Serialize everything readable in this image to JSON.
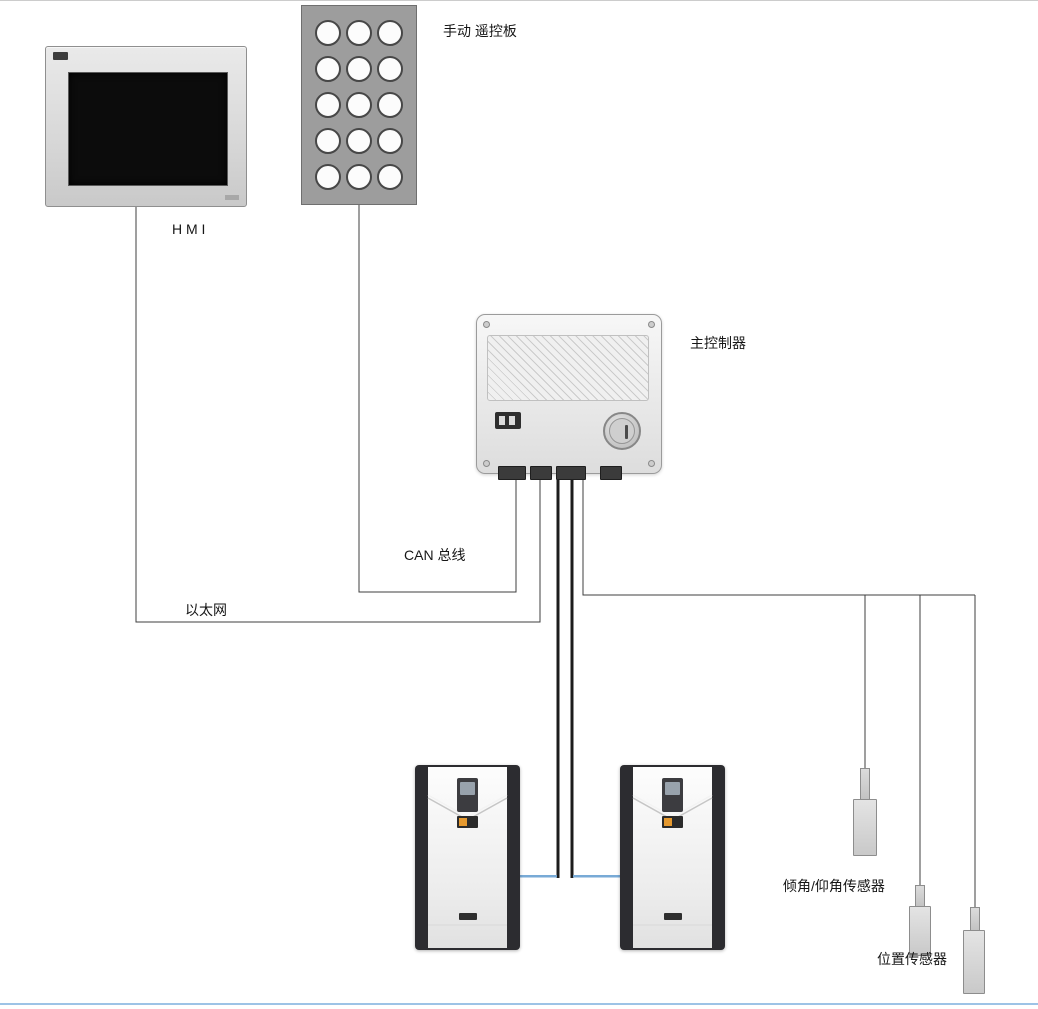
{
  "diagram": {
    "labels": {
      "remote_panel": "手动 遥控板",
      "hmi": "H M I",
      "controller": "主控制器",
      "can_bus": "CAN 总线",
      "ethernet": "以太网",
      "tilt_sensor": "倾角/仰角传感器",
      "position_sensor": "位置传感器"
    },
    "connections": [
      {
        "from": "hmi",
        "to": "controller",
        "bus": "以太网"
      },
      {
        "from": "remote_panel",
        "to": "controller",
        "bus": "CAN 总线"
      },
      {
        "from": "controller",
        "to": "drive_left"
      },
      {
        "from": "controller",
        "to": "drive_right"
      },
      {
        "from": "controller",
        "to": "tilt_sensor"
      },
      {
        "from": "controller",
        "to": "position_sensor_1"
      },
      {
        "from": "controller",
        "to": "position_sensor_2"
      }
    ],
    "colors": {
      "wire": "#3f3f3f",
      "drive_wire": "#1d1d1d",
      "drive_link_blue": "#78aad6",
      "remote_panel_body": "#9d9d9d",
      "controller_body": "#e9e9e9",
      "drive_body": "#2c2c30",
      "page_bottom_rule": "#9dc3e6"
    }
  }
}
